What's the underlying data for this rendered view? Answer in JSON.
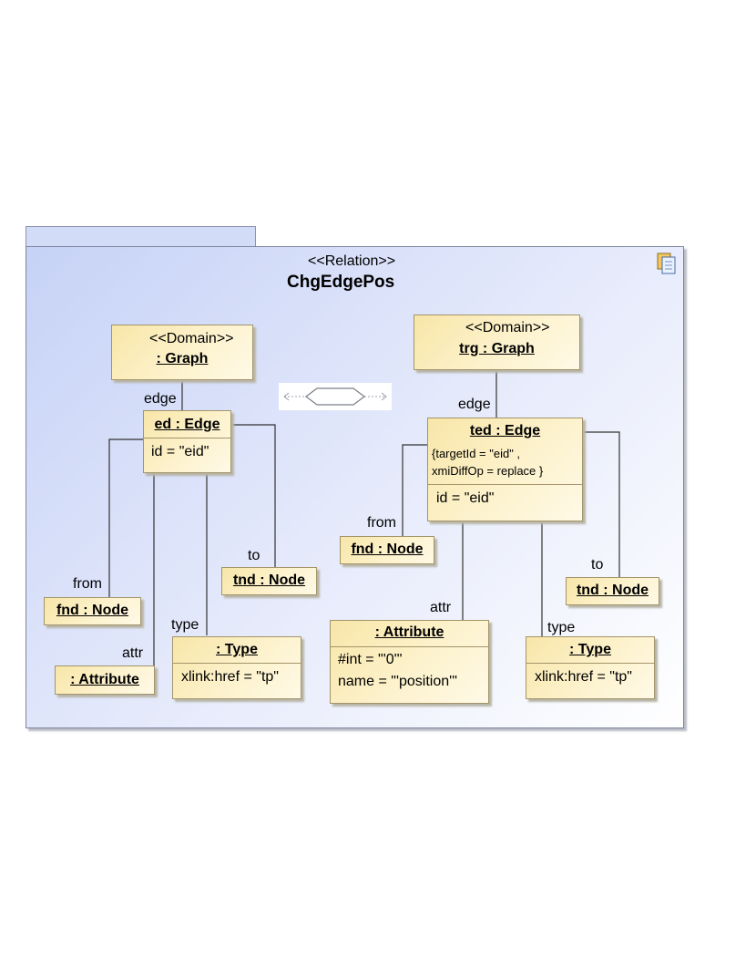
{
  "relation": {
    "stereotype": "<<Relation>>",
    "name": "ChgEdgePos"
  },
  "left": {
    "graph": {
      "stereotype": "<<Domain>>",
      "name": ": Graph"
    },
    "edge_label": "edge",
    "edge": {
      "name": "ed : Edge",
      "attr": "id = \"eid\""
    },
    "from_label": "from",
    "from_node": ": fnd : Node",
    "to_label": "to",
    "to_node": "tnd : Node",
    "type_label": "type",
    "type": {
      "name": ": Type",
      "attr": "xlink:href = \"tp\""
    },
    "attr_label": "attr",
    "attribute": ": Attribute"
  },
  "right": {
    "graph": {
      "stereotype": "<<Domain>>",
      "name": "trg : Graph"
    },
    "edge_label": "edge",
    "edge": {
      "name": "ted : Edge",
      "constraint_1": "{targetId = \"eid\"  ,",
      "constraint_2": "xmiDiffOp = replace   }",
      "attr": "id = \"eid\""
    },
    "from_label": "from",
    "from_node": "fnd : Node",
    "to_label": "to",
    "to_node": "tnd : Node",
    "attr_label": "attr",
    "attribute": {
      "name": ": Attribute",
      "attr_1": "#int = \"'0'\"",
      "attr_2": "name = \"'position'\""
    },
    "type_label": "type",
    "type": {
      "name": ": Type",
      "attr": "xlink:href = \"tp\""
    }
  },
  "icons": {
    "frame_icon": "document-icon",
    "relation_symbol": "hexagon-icon"
  }
}
